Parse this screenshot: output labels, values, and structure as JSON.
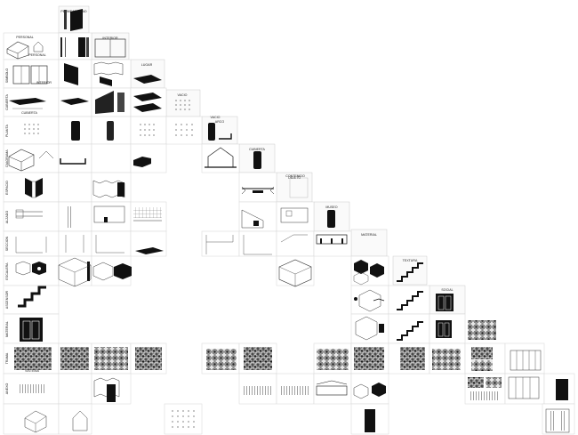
{
  "matrix": {
    "columns": [
      {
        "label": "PERMEABILIDAD"
      },
      {
        "label": "INTERIOR"
      },
      {
        "label": "LUGAR"
      },
      {
        "label": "VACIO"
      },
      {
        "label": "ARCO"
      },
      {
        "label": "CUBIERTA"
      },
      {
        "label": "OBJETO"
      },
      {
        "label": "MUSEO"
      },
      {
        "label": "MATERIAL"
      },
      {
        "label": "TEXTURA"
      },
      {
        "label": "SOCIAL"
      }
    ],
    "rows": [
      {
        "label": "PERSONAL"
      },
      {
        "label": "SIMBOLO"
      },
      {
        "label": "CUBIERTA"
      },
      {
        "label": "PLANTA"
      },
      {
        "label": "DIAGRAMA"
      },
      {
        "label": "ESPACIO"
      },
      {
        "label": "ALZADO"
      },
      {
        "label": "SECCION"
      },
      {
        "label": "ESCALERA"
      },
      {
        "label": "ASCENSOR"
      },
      {
        "label": "MATERIAL"
      },
      {
        "label": "TRAMA"
      },
      {
        "label": "ANEXO"
      }
    ],
    "cell_captions": {
      "interior": "INTERIOR",
      "personal": "PERSONAL",
      "contenido": "CONTENIDO",
      "vacio": "VACIO",
      "cubierta": "CUBIERTA",
      "sistema": "SISTEMA"
    }
  }
}
